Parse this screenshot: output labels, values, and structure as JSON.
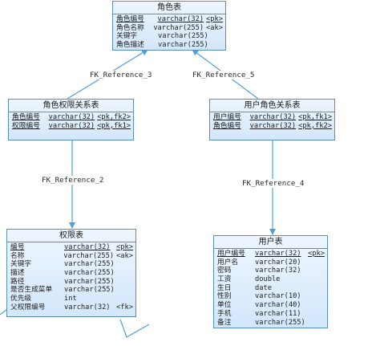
{
  "entities": {
    "role": {
      "title": "角色表",
      "rows": [
        {
          "name": "角色编号",
          "type": "varchar(32)",
          "key": "<pk>",
          "pk": true
        },
        {
          "name": "角色名称",
          "type": "varchar(255)",
          "key": "<ak>",
          "pk": false
        },
        {
          "name": "关键字",
          "type": "varchar(255)",
          "key": "",
          "pk": false
        },
        {
          "name": "角色描述",
          "type": "varchar(255)",
          "key": "",
          "pk": false
        }
      ]
    },
    "role_permission": {
      "title": "角色权限关系表",
      "rows": [
        {
          "name": "角色编号",
          "type": "varchar(32)",
          "key": "<pk,fk2>",
          "pk": true
        },
        {
          "name": "权限编号",
          "type": "varchar(32)",
          "key": "<pk,fk1>",
          "pk": true
        }
      ]
    },
    "user_role": {
      "title": "用户角色关系表",
      "rows": [
        {
          "name": "用户编号",
          "type": "varchar(32)",
          "key": "<pk,fk1>",
          "pk": true
        },
        {
          "name": "角色编号",
          "type": "varchar(32)",
          "key": "<pk,fk2>",
          "pk": true
        }
      ]
    },
    "permission": {
      "title": "权限表",
      "rows": [
        {
          "name": "编号",
          "type": "varchar(32)",
          "key": "<pk>",
          "pk": true
        },
        {
          "name": "名称",
          "type": "varchar(255)",
          "key": "<ak>",
          "pk": false
        },
        {
          "name": "关键字",
          "type": "varchar(255)",
          "key": "",
          "pk": false
        },
        {
          "name": "描述",
          "type": "varchar(255)",
          "key": "",
          "pk": false
        },
        {
          "name": "路径",
          "type": "varchar(255)",
          "key": "",
          "pk": false
        },
        {
          "name": "是否生成菜单",
          "type": "varchar(255)",
          "key": "",
          "pk": false
        },
        {
          "name": "优先级",
          "type": "int",
          "key": "",
          "pk": false
        },
        {
          "name": "父权限编号",
          "type": "varchar(32)",
          "key": "<fk>",
          "pk": false
        }
      ]
    },
    "user": {
      "title": "用户表",
      "rows": [
        {
          "name": "用户编号",
          "type": "varchar(32)",
          "key": "<pk>",
          "pk": true
        },
        {
          "name": "用户名",
          "type": "varchar(20)",
          "key": "",
          "pk": false
        },
        {
          "name": "密码",
          "type": "varchar(32)",
          "key": "",
          "pk": false
        },
        {
          "name": "工资",
          "type": "double",
          "key": "",
          "pk": false
        },
        {
          "name": "生日",
          "type": "date",
          "key": "",
          "pk": false
        },
        {
          "name": "性别",
          "type": "varchar(10)",
          "key": "",
          "pk": false
        },
        {
          "name": "单位",
          "type": "varchar(40)",
          "key": "",
          "pk": false
        },
        {
          "name": "手机",
          "type": "varchar(11)",
          "key": "",
          "pk": false
        },
        {
          "name": "备注",
          "type": "varchar(255)",
          "key": "",
          "pk": false
        }
      ]
    }
  },
  "relations": [
    {
      "id": "fk3",
      "label": "FK_Reference_3",
      "from": "role_permission",
      "to": "role"
    },
    {
      "id": "fk5",
      "label": "FK_Reference_5",
      "from": "user_role",
      "to": "role"
    },
    {
      "id": "fk2",
      "label": "FK_Reference_2",
      "from": "role_permission",
      "to": "permission"
    },
    {
      "id": "fk4",
      "label": "FK_Reference_4",
      "from": "user_role",
      "to": "user"
    }
  ],
  "colors": {
    "border": "#5a8fc4",
    "fill_top": "#eef6fe",
    "fill_bottom": "#d3e7fb",
    "line": "#4f9fdc"
  }
}
